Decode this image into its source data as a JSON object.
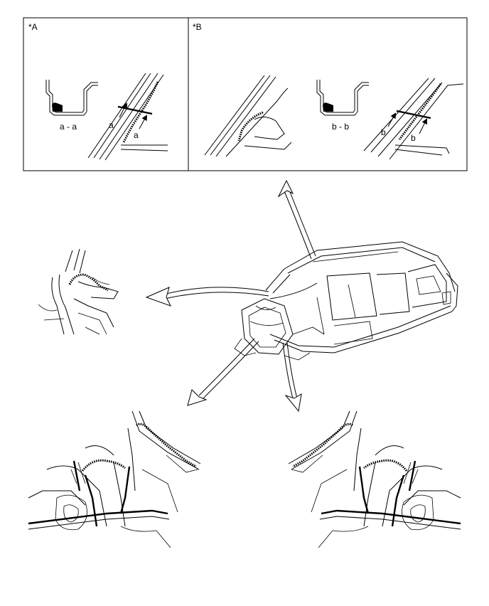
{
  "callouts": {
    "a": "*A",
    "b": "*B"
  },
  "section_labels": {
    "a": "a - a",
    "b": "b - b"
  },
  "cut_marks": {
    "a": "a",
    "b": "b"
  },
  "colors": {
    "line": "#000000",
    "background": "#ffffff"
  }
}
